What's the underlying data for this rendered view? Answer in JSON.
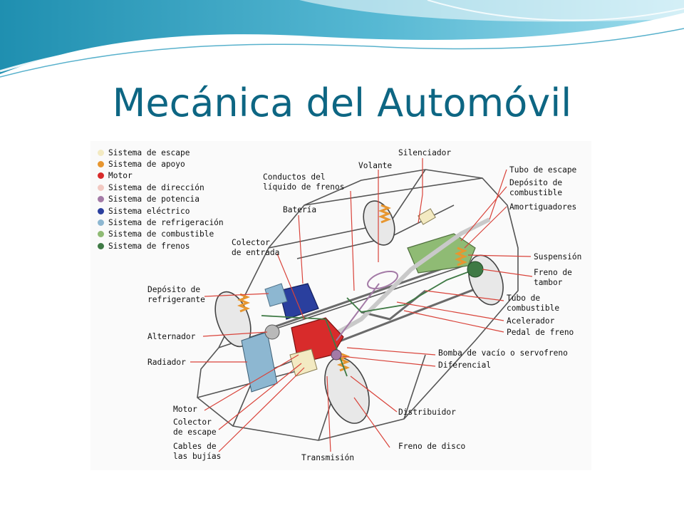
{
  "slide": {
    "title": "Mecánica del Automóvil",
    "colors": {
      "title": "#0d6683",
      "wave_dark": "#1f8fb0",
      "wave_light": "#8fd3e6",
      "leader_lines": "#d9433a"
    }
  },
  "diagram": {
    "legend": [
      {
        "label": "Sistema de escape",
        "color": "#f3eac2"
      },
      {
        "label": "Sistema de apoyo",
        "color": "#e7962f"
      },
      {
        "label": "Motor",
        "color": "#d82b2b"
      },
      {
        "label": "Sistema de dirección",
        "color": "#f2c9c2"
      },
      {
        "label": "Sistema de potencia",
        "color": "#a37aa6"
      },
      {
        "label": "Sistema eléctrico",
        "color": "#2a3f9e"
      },
      {
        "label": "Sistema de refrigeración",
        "color": "#8db7d1"
      },
      {
        "label": "Sistema de combustible",
        "color": "#8fbb74"
      },
      {
        "label": "Sistema de frenos",
        "color": "#3f7a45"
      }
    ],
    "callouts": {
      "silenciador": "Silenciador",
      "volante": "Volante",
      "conductos": "Conductos del\nlíquido de frenos",
      "bateria": "Batería",
      "colector_entrada": "Colector\nde entrada",
      "deposito_refrigerante": "Depósito de\nrefrigerante",
      "alternador": "Alternador",
      "radiador": "Radiador",
      "motor": "Motor",
      "colector_escape": "Colector\nde escape",
      "cables_bujias": "Cables de\nlas bujías",
      "transmision": "Transmisión",
      "freno_disco": "Freno de disco",
      "distribuidor": "Distribuidor",
      "diferencial": "Diferencial",
      "bomba_vacio": "Bomba de vacío o servofreno",
      "pedal_freno": "Pedal de freno",
      "acelerador": "Acelerador",
      "tubo_combustible": "Tubo de\ncombustible",
      "freno_tambor": "Freno de\ntambor",
      "suspension": "Suspensión",
      "amortiguadores": "Amortiguadores",
      "deposito_combustible": "Depósito de\ncombustible",
      "tubo_escape": "Tubo de escape"
    }
  }
}
